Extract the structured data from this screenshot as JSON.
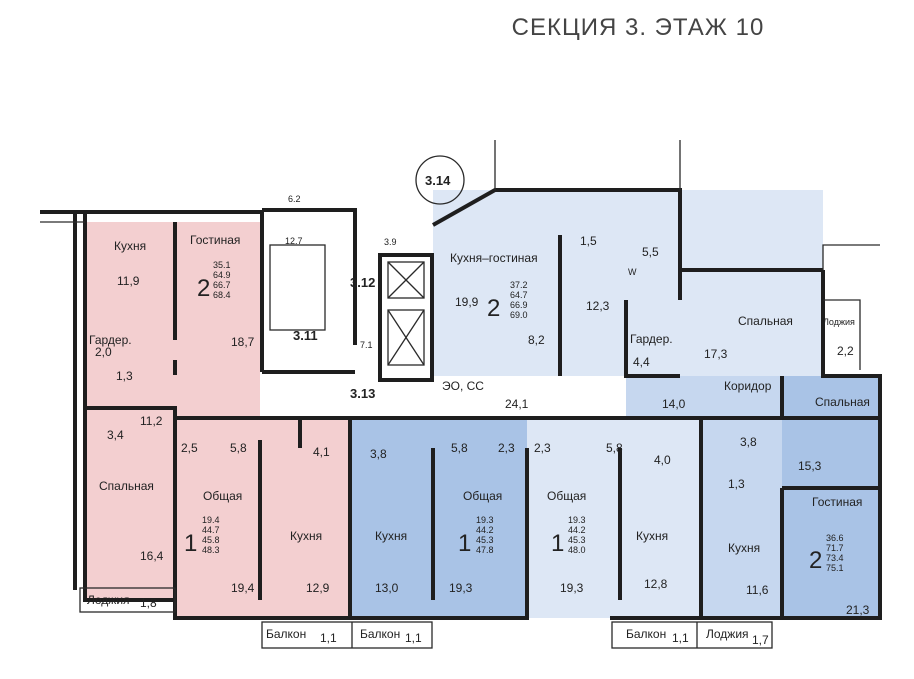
{
  "title": "СЕКЦИЯ 3. ЭТАЖ 10",
  "colors": {
    "pink": "#f3cfd0",
    "light_blue": "#dde7f5",
    "mid_blue": "#c6d7ef",
    "blue": "#a9c3e6",
    "wall": "#1e1e1e"
  },
  "common": {
    "label_314": "3.14",
    "label_312": "3.12",
    "label_311": "3.11",
    "label_313": "3.13",
    "area_62": "6.2",
    "area_127": "12.7",
    "area_39": "3.9",
    "area_71": "7.1",
    "eo_cc": "ЭО, СС",
    "corridor_241": "24,1"
  },
  "apartments": [
    {
      "id": "pink-2",
      "rooms_count": "2",
      "areas": [
        "35.1",
        "64.9",
        "66.7",
        "68.4"
      ],
      "labels": {
        "kitchen": "Кухня",
        "kitchen_area": "11,9",
        "living": "Гостиная",
        "living_area": "18,7",
        "closet": "Гардер.",
        "closet_area": "2,0",
        "bath": "1,3",
        "wc": "3,4",
        "hall": "11,2",
        "bedroom": "Спальная",
        "bedroom_area": "16,4",
        "loggia": "Лоджия",
        "loggia_area": "1,8"
      }
    },
    {
      "id": "pink-1",
      "rooms_count": "1",
      "areas": [
        "19.4",
        "44.7",
        "45.8",
        "48.3"
      ],
      "labels": {
        "hall1": "2,5",
        "hall2": "5,8",
        "bath": "4,1",
        "common": "Общая",
        "common_area": "19,4",
        "kitchen": "Кухня",
        "kitchen_area": "12,9",
        "balcony": "Балкон",
        "balcony_area": "1,1"
      }
    },
    {
      "id": "blue-1a",
      "rooms_count": "1",
      "areas": [
        "19.3",
        "44.2",
        "45.3",
        "47.8"
      ],
      "labels": {
        "bath": "3,8",
        "hall1": "5,8",
        "hall2": "2,3",
        "kitchen": "Кухня",
        "kitchen_area": "13,0",
        "common": "Общая",
        "common_area": "19,3",
        "balcony": "Балкон",
        "balcony_area": "1,1"
      }
    },
    {
      "id": "blue-1b",
      "rooms_count": "1",
      "areas": [
        "19.3",
        "44.2",
        "45.3",
        "48.0"
      ],
      "labels": {
        "hall1": "2,3",
        "hall2": "5,8",
        "bath": "4,0",
        "common": "Общая",
        "common_area": "19,3",
        "kitchen": "Кухня",
        "kitchen_area": "12,8",
        "balcony": "Балкон",
        "balcony_area": "1,1"
      }
    },
    {
      "id": "lightblue-2",
      "rooms_count": "2",
      "areas": [
        "37.2",
        "64.7",
        "66.9",
        "69.0"
      ],
      "labels": {
        "kitchen_living": "Кухня–гостиная",
        "kitchen_living_area": "19,9",
        "bath1": "1,5",
        "bath2": "5,5",
        "hall": "12,3",
        "hall2": "8,2",
        "closet": "Гардер.",
        "closet_area": "4,4",
        "bedroom": "Спальная",
        "bedroom_area": "17,3",
        "loggia": "Лоджия",
        "loggia_area": "2,2",
        "w": "W"
      }
    },
    {
      "id": "blue-2",
      "rooms_count": "2",
      "areas": [
        "36.6",
        "71.7",
        "73.4",
        "75.1"
      ],
      "labels": {
        "corridor": "Коридор",
        "corridor_area": "14,0",
        "bedroom": "Спальная",
        "bedroom_area": "15,3",
        "bath1": "3,8",
        "bath2": "1,3",
        "kitchen": "Кухня",
        "kitchen_area": "11,6",
        "living": "Гостиная",
        "living_area": "21,3",
        "loggia": "Лоджия",
        "loggia_area": "1,7"
      }
    }
  ]
}
